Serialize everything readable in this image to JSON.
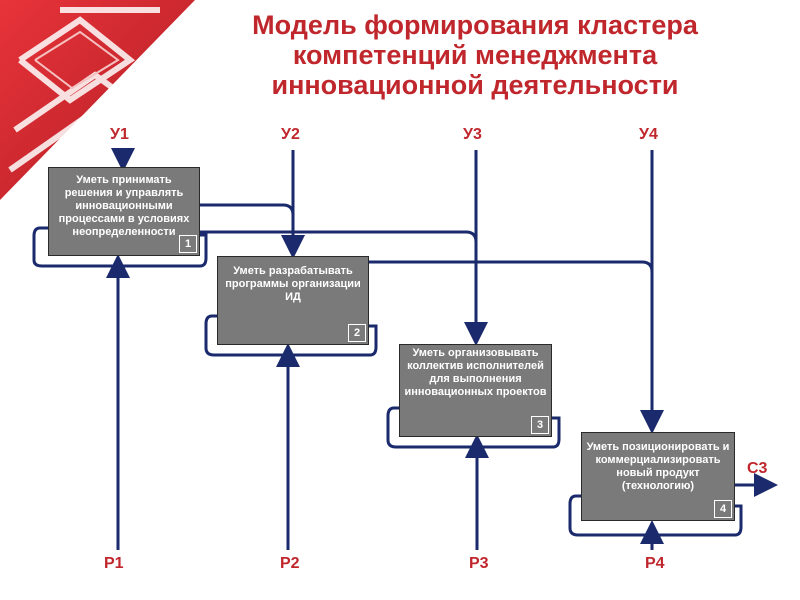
{
  "title": {
    "line1": "Модель формирования  кластера",
    "line2": "компетенций менеджмента",
    "line3": "инновационной деятельности"
  },
  "labels": {
    "u1": "У1",
    "u2": "У2",
    "u3": "У3",
    "u4": "У4",
    "r1": "Р1",
    "r2": "Р2",
    "r3": "Р3",
    "r4": "Р4",
    "c3": "С3"
  },
  "boxes": [
    {
      "text": "Уметь принимать решения и управлять инновационными процессами в условиях неопределенности",
      "num": "1"
    },
    {
      "text": "Уметь разрабатывать программы организации ИД",
      "num": "2"
    },
    {
      "text": "Уметь организовывать коллектив исполнителей для выполнения инновационных проектов",
      "num": "3"
    },
    {
      "text": "Уметь позиционировать и коммерциализировать новый продукт (технологию)",
      "num": "4"
    }
  ],
  "colors": {
    "accent": "#c0272d",
    "line": "#1a2a6c",
    "box": "#7a7a7a"
  }
}
